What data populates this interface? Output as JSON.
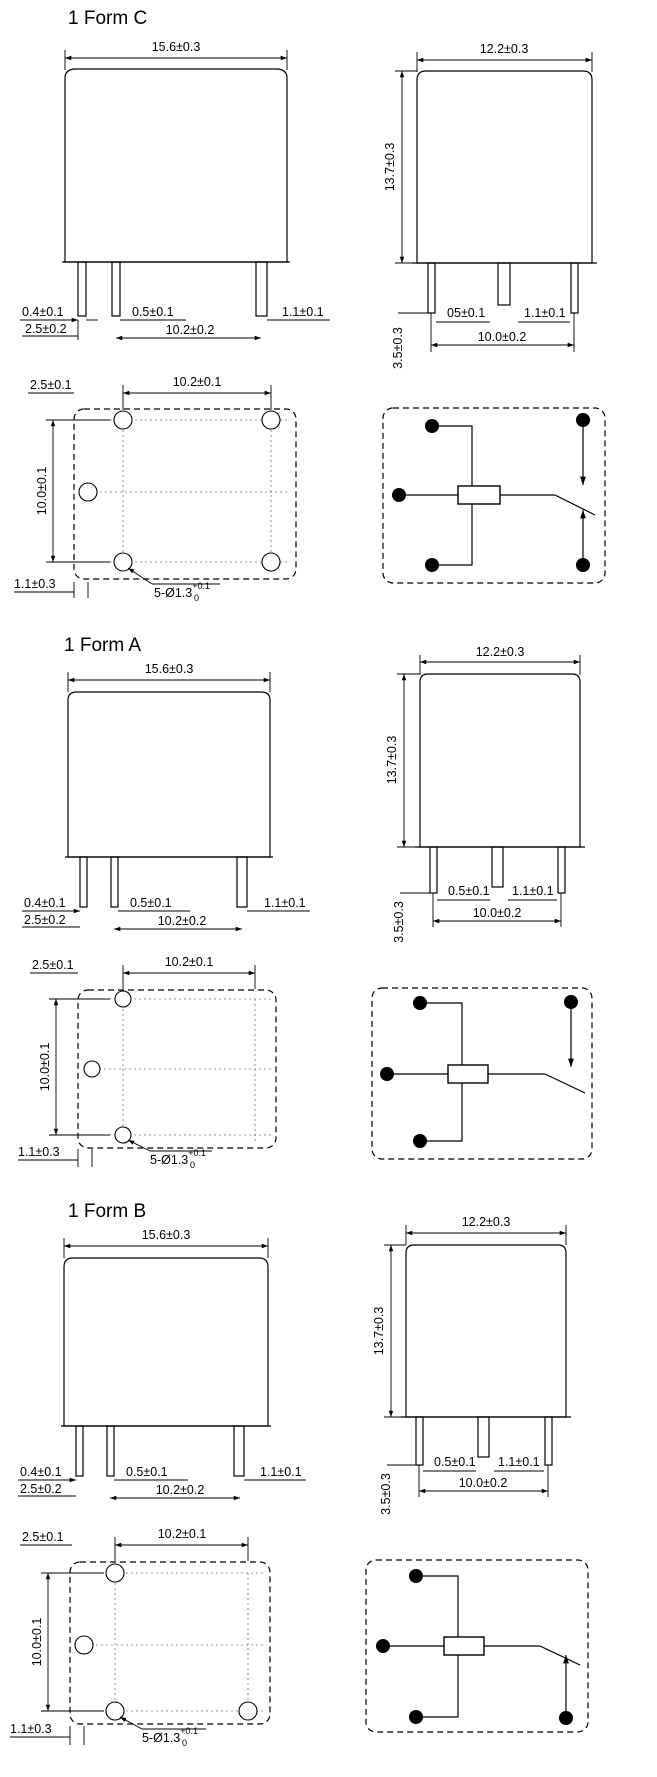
{
  "sections": [
    {
      "title": "1 Form C",
      "front": {
        "width": "15.6±0.3",
        "pin_width": "0.4±0.1",
        "pin_offset": "2.5±0.2",
        "pin_gap": "0.5±0.1",
        "pin_span": "10.2±0.2",
        "pin_right": "1.1±0.1"
      },
      "side": {
        "width": "12.2±0.3",
        "height": "13.7±0.3",
        "pin_len": "3.5±0.3",
        "pin_a": "05±0.1",
        "pin_b": "1.1±0.1",
        "pin_span": "10.0±0.2"
      },
      "pcb": {
        "offset": "2.5±0.1",
        "span": "10.2±0.1",
        "height": "10.0±0.1",
        "edge": "1.1±0.3",
        "hole_main": "5-Ø1.3",
        "hole_sup": "+0.1",
        "hole_sub": "0"
      }
    },
    {
      "title": "1 Form A",
      "front": {
        "width": "15.6±0.3",
        "pin_width": "0.4±0.1",
        "pin_offset": "2.5±0.2",
        "pin_gap": "0.5±0.1",
        "pin_span": "10.2±0.2",
        "pin_right": "1.1±0.1"
      },
      "side": {
        "width": "12.2±0.3",
        "height": "13.7±0.3",
        "pin_len": "3.5±0.3",
        "pin_a": "0.5±0.1",
        "pin_b": "1.1±0.1",
        "pin_span": "10.0±0.2"
      },
      "pcb": {
        "offset": "2.5±0.1",
        "span": "10.2±0.1",
        "height": "10.0±0.1",
        "edge": "1.1±0.3",
        "hole_main": "5-Ø1.3",
        "hole_sup": "+0.1",
        "hole_sub": "0"
      }
    },
    {
      "title": "1 Form B",
      "front": {
        "width": "15.6±0.3",
        "pin_width": "0.4±0.1",
        "pin_offset": "2.5±0.2",
        "pin_gap": "0.5±0.1",
        "pin_span": "10.2±0.2",
        "pin_right": "1.1±0.1"
      },
      "side": {
        "width": "12.2±0.3",
        "height": "13.7±0.3",
        "pin_len": "3.5±0.3",
        "pin_a": "0.5±0.1",
        "pin_b": "1.1±0.1",
        "pin_span": "10.0±0.2"
      },
      "pcb": {
        "offset": "2.5±0.1",
        "span": "10.2±0.1",
        "height": "10.0±0.1",
        "edge": "1.1±0.3",
        "hole_main": "5-Ø1.3",
        "hole_sup": "+0.1",
        "hole_sub": "0"
      }
    }
  ]
}
